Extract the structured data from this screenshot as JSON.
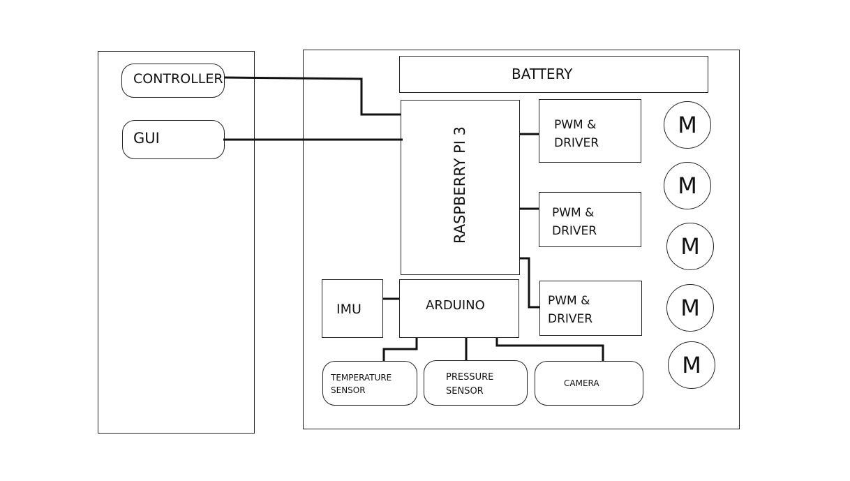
{
  "blocks": {
    "controller": "CONTROLLER",
    "gui": "GUI",
    "battery": "BATTERY",
    "raspberry": "RASPBERRY PI 3",
    "pwm": [
      "PWM &\nDRIVER",
      "PWM &\nDRIVER",
      "PWM &\nDRIVER"
    ],
    "imu": "IMU",
    "arduino": "ARDUINO",
    "temperature": "TEMPERATURE\nSENSOR",
    "pressure": "PRESSURE\nSENSOR",
    "camera": "CAMERA"
  },
  "motors": [
    "M",
    "M",
    "M",
    "M",
    "M"
  ]
}
